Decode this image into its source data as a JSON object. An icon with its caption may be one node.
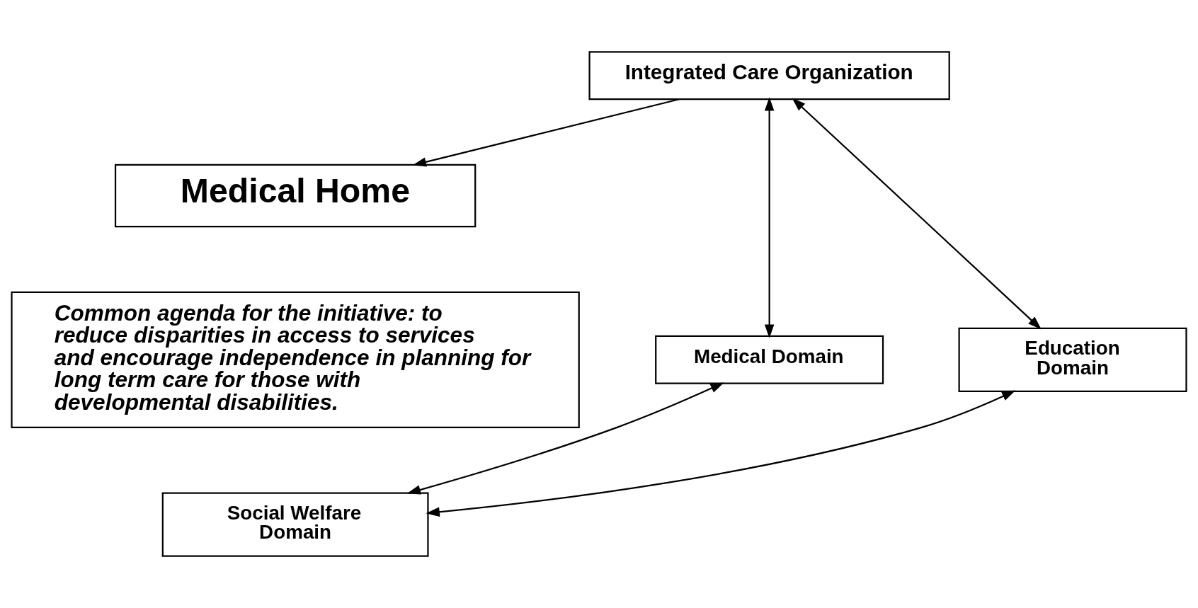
{
  "diagram": {
    "nodes": [
      {
        "text": [
          "Integrated Care Organization"
        ]
      },
      {
        "text": [
          "Medical Home"
        ]
      },
      {
        "text": [
          "Medical Domain"
        ]
      },
      {
        "text": [
          "Common agenda for the initiative: to reduce disparities in access to services and encourage independence in planning for long term care for those with developmental disabilities."
        ]
      },
      {
        "text": [
          "Education Domain"
        ]
      },
      {
        "text": [
          "Social Welfare Domain"
        ]
      }
    ],
    "edges": [
      {
        "from": 0,
        "to": 1,
        "arrow": "to"
      },
      {
        "from": 0,
        "to": 2,
        "arrow": "both"
      },
      {
        "from": 0,
        "to": 4,
        "arrow": "both"
      },
      {
        "from": 2,
        "to": 5,
        "arrow": "both"
      },
      {
        "from": 4,
        "to": 5,
        "arrow": "both"
      }
    ]
  }
}
